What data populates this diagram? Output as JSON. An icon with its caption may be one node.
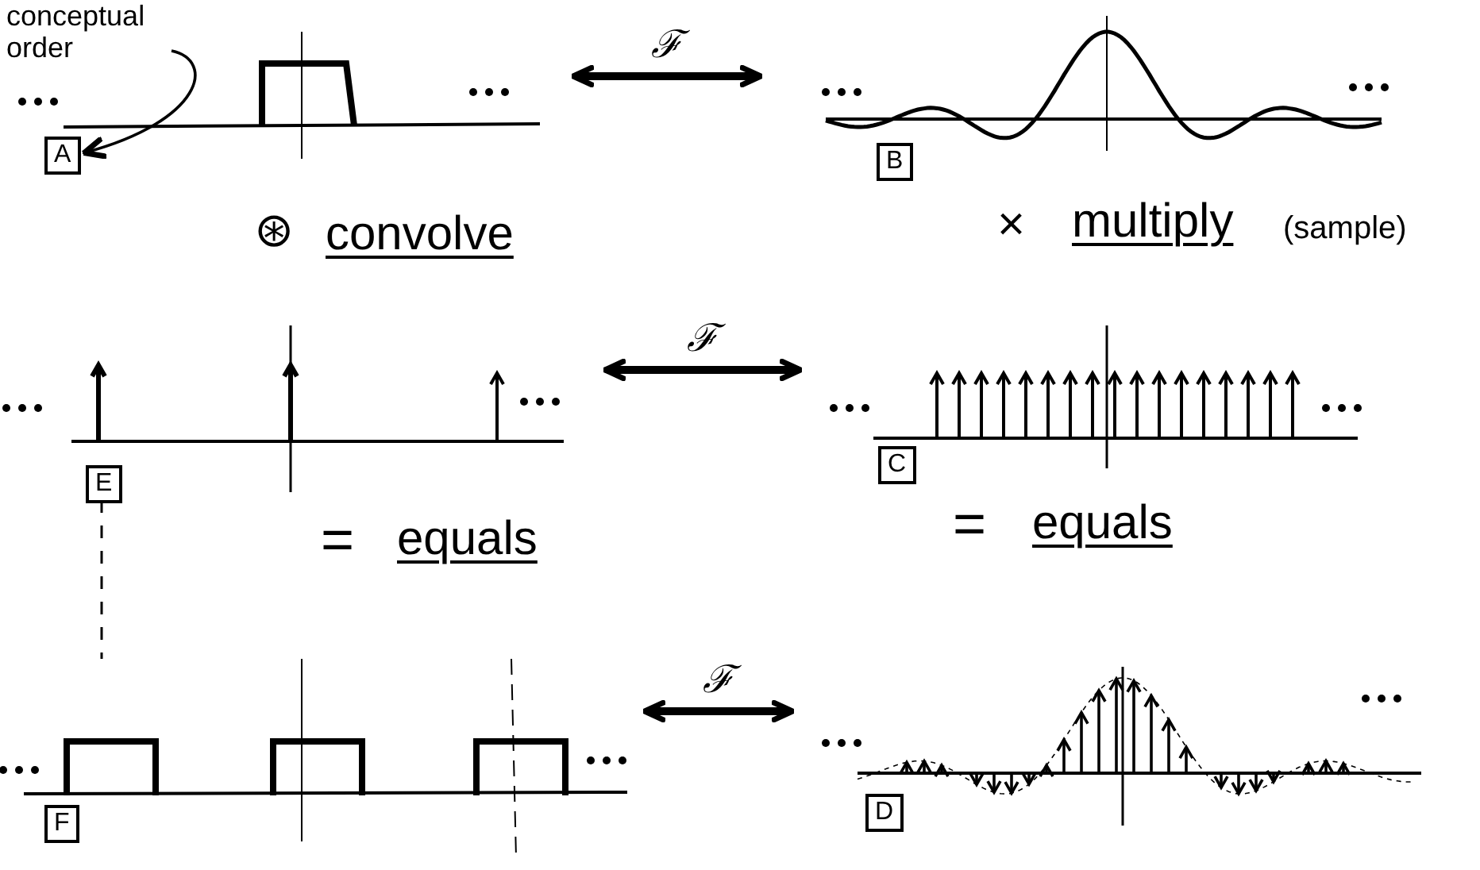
{
  "diagram": {
    "nodes": [
      {
        "text": [
          "conceptual order"
        ]
      },
      {
        "text": [
          "A"
        ]
      },
      {
        "text": [
          "B"
        ]
      },
      {
        "text": [
          "E"
        ]
      },
      {
        "text": [
          "C"
        ]
      },
      {
        "text": [
          "F"
        ]
      },
      {
        "text": [
          "D"
        ]
      }
    ],
    "edges": [
      {
        "from": 0,
        "to": 1,
        "arrow": "to"
      },
      {
        "from": 1,
        "to": 2,
        "arrow": "both",
        "label": "ℱ"
      },
      {
        "from": 3,
        "to": 4,
        "arrow": "both",
        "label": "ℱ"
      },
      {
        "from": 5,
        "to": 6,
        "arrow": "both",
        "label": "ℱ"
      },
      {
        "from": 3,
        "to": 5,
        "arrow": "none",
        "style": "dashed"
      }
    ],
    "labels": [
      "⊛",
      "convolve",
      "×",
      "multiply",
      "(sample)",
      "=",
      "equals",
      "=",
      "equals"
    ]
  }
}
